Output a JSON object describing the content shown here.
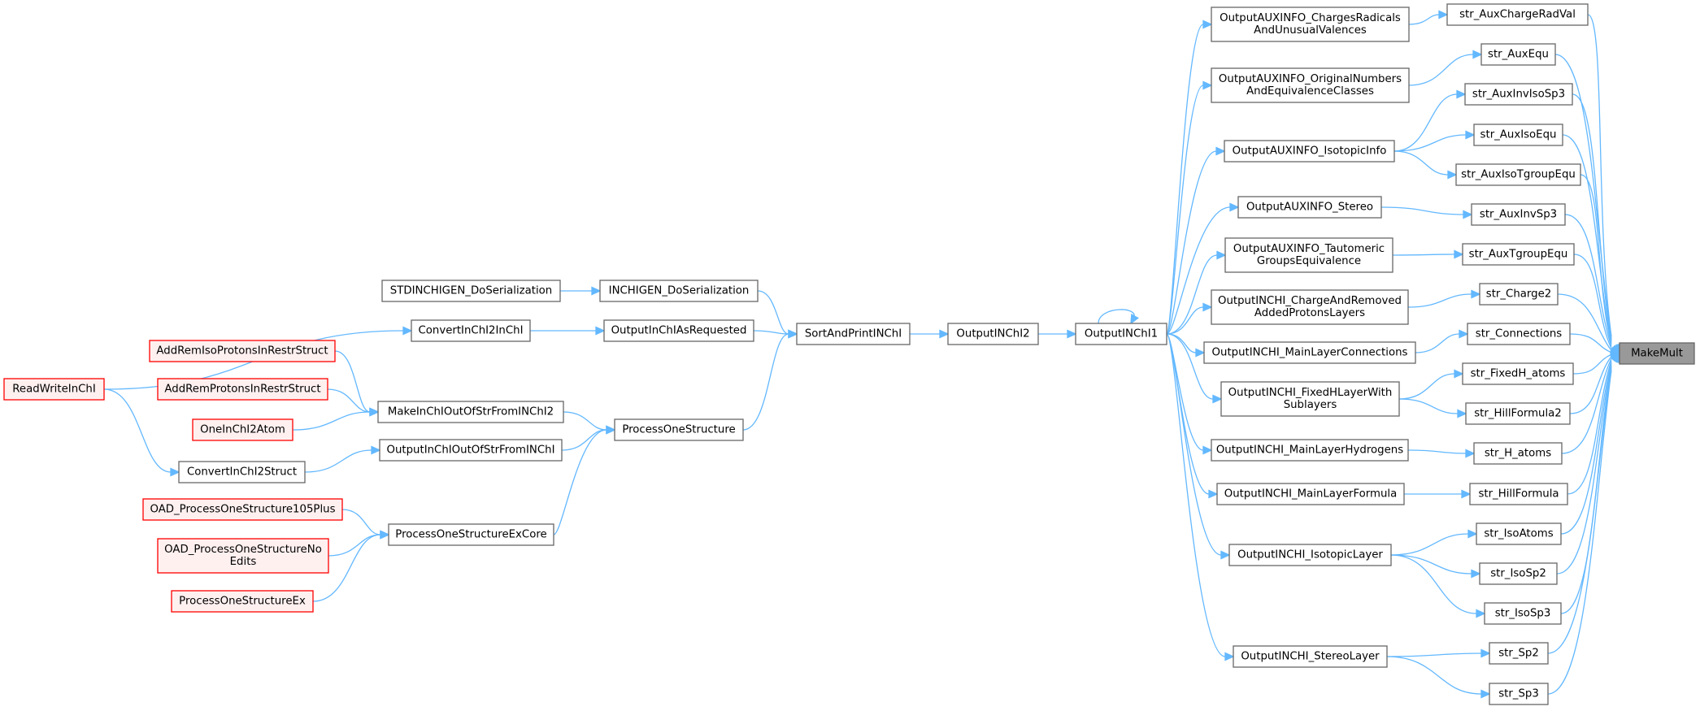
{
  "root": "MakeMult",
  "nodes": [
    {
      "id": "MakeMult",
      "label": [
        "MakeMult"
      ],
      "style": "root"
    },
    {
      "id": "str_AuxChargeRadVal",
      "label": [
        "str_AuxChargeRadVal"
      ]
    },
    {
      "id": "str_AuxEqu",
      "label": [
        "str_AuxEqu"
      ]
    },
    {
      "id": "str_AuxInvIsoSp3",
      "label": [
        "str_AuxInvIsoSp3"
      ]
    },
    {
      "id": "str_AuxIsoEqu",
      "label": [
        "str_AuxIsoEqu"
      ]
    },
    {
      "id": "str_AuxIsoTgroupEqu",
      "label": [
        "str_AuxIsoTgroupEqu"
      ]
    },
    {
      "id": "str_AuxInvSp3",
      "label": [
        "str_AuxInvSp3"
      ]
    },
    {
      "id": "str_AuxTgroupEqu",
      "label": [
        "str_AuxTgroupEqu"
      ]
    },
    {
      "id": "str_Charge2",
      "label": [
        "str_Charge2"
      ]
    },
    {
      "id": "str_Connections",
      "label": [
        "str_Connections"
      ]
    },
    {
      "id": "str_FixedH_atoms",
      "label": [
        "str_FixedH_atoms"
      ]
    },
    {
      "id": "str_HillFormula2",
      "label": [
        "str_HillFormula2"
      ]
    },
    {
      "id": "str_H_atoms",
      "label": [
        "str_H_atoms"
      ]
    },
    {
      "id": "str_HillFormula",
      "label": [
        "str_HillFormula"
      ]
    },
    {
      "id": "str_IsoAtoms",
      "label": [
        "str_IsoAtoms"
      ]
    },
    {
      "id": "str_IsoSp2",
      "label": [
        "str_IsoSp2"
      ]
    },
    {
      "id": "str_IsoSp3",
      "label": [
        "str_IsoSp3"
      ]
    },
    {
      "id": "str_Sp2",
      "label": [
        "str_Sp2"
      ]
    },
    {
      "id": "str_Sp3",
      "label": [
        "str_Sp3"
      ]
    },
    {
      "id": "OutputAUXINFO_ChargesRadicals",
      "label": [
        "OutputAUXINFO_ChargesRadicals",
        "AndUnusualValences"
      ]
    },
    {
      "id": "OutputAUXINFO_OriginalNumbers",
      "label": [
        "OutputAUXINFO_OriginalNumbers",
        "AndEquivalenceClasses"
      ]
    },
    {
      "id": "OutputAUXINFO_IsotopicInfo",
      "label": [
        "OutputAUXINFO_IsotopicInfo"
      ]
    },
    {
      "id": "OutputAUXINFO_Stereo",
      "label": [
        "OutputAUXINFO_Stereo"
      ]
    },
    {
      "id": "OutputAUXINFO_Tautomeric",
      "label": [
        "OutputAUXINFO_Tautomeric",
        "GroupsEquivalence"
      ]
    },
    {
      "id": "OutputINCHI_ChargeAndRemoved",
      "label": [
        "OutputINCHI_ChargeAndRemoved",
        "AddedProtonsLayers"
      ]
    },
    {
      "id": "OutputINCHI_MainLayerConnections",
      "label": [
        "OutputINCHI_MainLayerConnections"
      ]
    },
    {
      "id": "OutputINCHI_FixedHLayerWith",
      "label": [
        "OutputINCHI_FixedHLayerWith",
        "Sublayers"
      ]
    },
    {
      "id": "OutputINCHI_MainLayerHydrogens",
      "label": [
        "OutputINCHI_MainLayerHydrogens"
      ]
    },
    {
      "id": "OutputINCHI_MainLayerFormula",
      "label": [
        "OutputINCHI_MainLayerFormula"
      ]
    },
    {
      "id": "OutputINCHI_IsotopicLayer",
      "label": [
        "OutputINCHI_IsotopicLayer"
      ]
    },
    {
      "id": "OutputINCHI_StereoLayer",
      "label": [
        "OutputINCHI_StereoLayer"
      ]
    },
    {
      "id": "OutputINChI1",
      "label": [
        "OutputINChI1"
      ]
    },
    {
      "id": "OutputINChI2",
      "label": [
        "OutputINChI2"
      ]
    },
    {
      "id": "SortAndPrintINChI",
      "label": [
        "SortAndPrintINChI"
      ]
    },
    {
      "id": "INCHIGEN_DoSerialization",
      "label": [
        "INCHIGEN_DoSerialization"
      ]
    },
    {
      "id": "OutputInChIAsRequested",
      "label": [
        "OutputInChIAsRequested"
      ]
    },
    {
      "id": "ProcessOneStructure",
      "label": [
        "ProcessOneStructure"
      ]
    },
    {
      "id": "STDINCHIGEN_DoSerialization",
      "label": [
        "STDINCHIGEN_DoSerialization"
      ]
    },
    {
      "id": "ConvertInChI2InChI",
      "label": [
        "ConvertInChI2InChI"
      ]
    },
    {
      "id": "MakeInChIOutOfStrFromINChI2",
      "label": [
        "MakeInChIOutOfStrFromINChI2"
      ]
    },
    {
      "id": "OutputInChIOutOfStrFromINChI",
      "label": [
        "OutputInChIOutOfStrFromINChI"
      ]
    },
    {
      "id": "ProcessOneStructureExCore",
      "label": [
        "ProcessOneStructureExCore"
      ]
    },
    {
      "id": "AddRemIsoProtonsInRestrStruct",
      "label": [
        "AddRemIsoProtonsInRestrStruct"
      ],
      "style": "red"
    },
    {
      "id": "AddRemProtonsInRestrStruct",
      "label": [
        "AddRemProtonsInRestrStruct"
      ],
      "style": "red"
    },
    {
      "id": "OneInChI2Atom",
      "label": [
        "OneInChI2Atom"
      ],
      "style": "red"
    },
    {
      "id": "ConvertInChI2Struct",
      "label": [
        "ConvertInChI2Struct"
      ]
    },
    {
      "id": "ReadWriteInChI",
      "label": [
        "ReadWriteInChI"
      ],
      "style": "red"
    },
    {
      "id": "OAD_ProcessOneStructure105Plus",
      "label": [
        "OAD_ProcessOneStructure105Plus"
      ],
      "style": "red"
    },
    {
      "id": "OAD_ProcessOneStructureNo",
      "label": [
        "OAD_ProcessOneStructureNo",
        "Edits"
      ],
      "style": "red"
    },
    {
      "id": "ProcessOneStructureEx",
      "label": [
        "ProcessOneStructureEx"
      ],
      "style": "red"
    }
  ],
  "edges": [
    {
      "from": "str_AuxChargeRadVal",
      "to": "MakeMult"
    },
    {
      "from": "str_AuxEqu",
      "to": "MakeMult"
    },
    {
      "from": "str_AuxInvIsoSp3",
      "to": "MakeMult"
    },
    {
      "from": "str_AuxIsoEqu",
      "to": "MakeMult"
    },
    {
      "from": "str_AuxIsoTgroupEqu",
      "to": "MakeMult"
    },
    {
      "from": "str_AuxInvSp3",
      "to": "MakeMult"
    },
    {
      "from": "str_AuxTgroupEqu",
      "to": "MakeMult"
    },
    {
      "from": "str_Charge2",
      "to": "MakeMult"
    },
    {
      "from": "str_Connections",
      "to": "MakeMult"
    },
    {
      "from": "str_FixedH_atoms",
      "to": "MakeMult"
    },
    {
      "from": "str_HillFormula2",
      "to": "MakeMult"
    },
    {
      "from": "str_H_atoms",
      "to": "MakeMult"
    },
    {
      "from": "str_HillFormula",
      "to": "MakeMult"
    },
    {
      "from": "str_IsoAtoms",
      "to": "MakeMult"
    },
    {
      "from": "str_IsoSp2",
      "to": "MakeMult"
    },
    {
      "from": "str_IsoSp3",
      "to": "MakeMult"
    },
    {
      "from": "str_Sp2",
      "to": "MakeMult"
    },
    {
      "from": "str_Sp3",
      "to": "MakeMult"
    },
    {
      "from": "OutputAUXINFO_ChargesRadicals",
      "to": "str_AuxChargeRadVal"
    },
    {
      "from": "OutputAUXINFO_OriginalNumbers",
      "to": "str_AuxEqu"
    },
    {
      "from": "OutputAUXINFO_IsotopicInfo",
      "to": "str_AuxInvIsoSp3"
    },
    {
      "from": "OutputAUXINFO_IsotopicInfo",
      "to": "str_AuxIsoEqu"
    },
    {
      "from": "OutputAUXINFO_IsotopicInfo",
      "to": "str_AuxIsoTgroupEqu"
    },
    {
      "from": "OutputAUXINFO_Stereo",
      "to": "str_AuxInvSp3"
    },
    {
      "from": "OutputAUXINFO_Tautomeric",
      "to": "str_AuxTgroupEqu"
    },
    {
      "from": "OutputINCHI_ChargeAndRemoved",
      "to": "str_Charge2"
    },
    {
      "from": "OutputINCHI_MainLayerConnections",
      "to": "str_Connections"
    },
    {
      "from": "OutputINCHI_FixedHLayerWith",
      "to": "str_FixedH_atoms"
    },
    {
      "from": "OutputINCHI_FixedHLayerWith",
      "to": "str_HillFormula2"
    },
    {
      "from": "OutputINCHI_MainLayerHydrogens",
      "to": "str_H_atoms"
    },
    {
      "from": "OutputINCHI_MainLayerFormula",
      "to": "str_HillFormula"
    },
    {
      "from": "OutputINCHI_IsotopicLayer",
      "to": "str_IsoAtoms"
    },
    {
      "from": "OutputINCHI_IsotopicLayer",
      "to": "str_IsoSp2"
    },
    {
      "from": "OutputINCHI_IsotopicLayer",
      "to": "str_IsoSp3"
    },
    {
      "from": "OutputINCHI_StereoLayer",
      "to": "str_Sp2"
    },
    {
      "from": "OutputINCHI_StereoLayer",
      "to": "str_Sp3"
    },
    {
      "from": "OutputINChI1",
      "to": "OutputAUXINFO_ChargesRadicals"
    },
    {
      "from": "OutputINChI1",
      "to": "OutputAUXINFO_OriginalNumbers"
    },
    {
      "from": "OutputINChI1",
      "to": "OutputAUXINFO_IsotopicInfo"
    },
    {
      "from": "OutputINChI1",
      "to": "OutputAUXINFO_Stereo"
    },
    {
      "from": "OutputINChI1",
      "to": "OutputAUXINFO_Tautomeric"
    },
    {
      "from": "OutputINChI1",
      "to": "OutputINCHI_ChargeAndRemoved"
    },
    {
      "from": "OutputINChI1",
      "to": "OutputINCHI_MainLayerConnections"
    },
    {
      "from": "OutputINChI1",
      "to": "OutputINCHI_FixedHLayerWith"
    },
    {
      "from": "OutputINChI1",
      "to": "OutputINCHI_MainLayerHydrogens"
    },
    {
      "from": "OutputINChI1",
      "to": "OutputINCHI_MainLayerFormula"
    },
    {
      "from": "OutputINChI1",
      "to": "OutputINCHI_IsotopicLayer"
    },
    {
      "from": "OutputINChI1",
      "to": "OutputINCHI_StereoLayer"
    },
    {
      "from": "OutputINChI1",
      "to": "OutputINChI1"
    },
    {
      "from": "OutputINChI2",
      "to": "OutputINChI1"
    },
    {
      "from": "SortAndPrintINChI",
      "to": "OutputINChI2"
    },
    {
      "from": "INCHIGEN_DoSerialization",
      "to": "SortAndPrintINChI"
    },
    {
      "from": "OutputInChIAsRequested",
      "to": "SortAndPrintINChI"
    },
    {
      "from": "ProcessOneStructure",
      "to": "SortAndPrintINChI"
    },
    {
      "from": "STDINCHIGEN_DoSerialization",
      "to": "INCHIGEN_DoSerialization"
    },
    {
      "from": "ConvertInChI2InChI",
      "to": "OutputInChIAsRequested"
    },
    {
      "from": "MakeInChIOutOfStrFromINChI2",
      "to": "ProcessOneStructure"
    },
    {
      "from": "OutputInChIOutOfStrFromINChI",
      "to": "ProcessOneStructure"
    },
    {
      "from": "ProcessOneStructureExCore",
      "to": "ProcessOneStructure"
    },
    {
      "from": "ReadWriteInChI",
      "to": "ConvertInChI2InChI"
    },
    {
      "from": "AddRemIsoProtonsInRestrStruct",
      "to": "MakeInChIOutOfStrFromINChI2"
    },
    {
      "from": "AddRemProtonsInRestrStruct",
      "to": "MakeInChIOutOfStrFromINChI2"
    },
    {
      "from": "OneInChI2Atom",
      "to": "MakeInChIOutOfStrFromINChI2"
    },
    {
      "from": "ConvertInChI2Struct",
      "to": "OutputInChIOutOfStrFromINChI"
    },
    {
      "from": "ReadWriteInChI",
      "to": "ConvertInChI2Struct"
    },
    {
      "from": "OAD_ProcessOneStructure105Plus",
      "to": "ProcessOneStructureExCore"
    },
    {
      "from": "OAD_ProcessOneStructureNo",
      "to": "ProcessOneStructureExCore"
    },
    {
      "from": "ProcessOneStructureEx",
      "to": "ProcessOneStructureExCore"
    }
  ]
}
